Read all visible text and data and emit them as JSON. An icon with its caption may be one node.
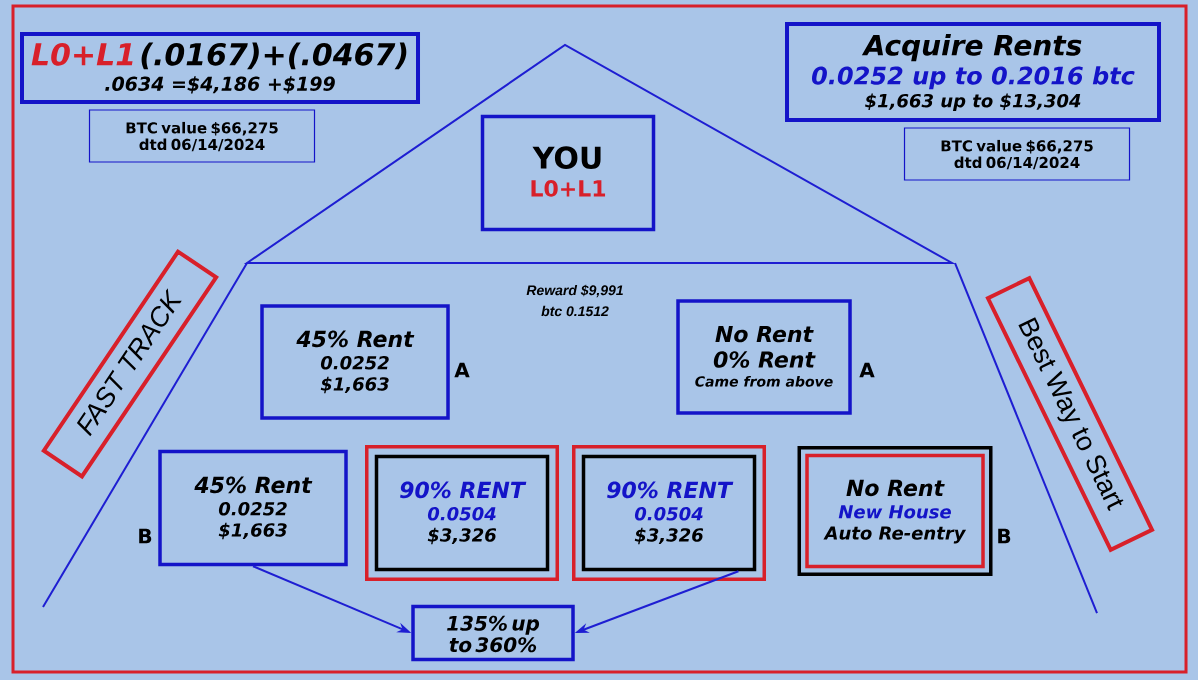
{
  "diagram": {
    "nodes": [
      {
        "text": [
          "L0+L1",
          "(.0167)+(.0467)",
          ".0634 =$4,186 +$199"
        ]
      },
      {
        "text": [
          "BTC value $66,275 dtd 06/14/2024"
        ]
      },
      {
        "text": [
          "Acquire Rents",
          "0.0252 up to 0.2016 btc",
          "$1,663 up to $13,304"
        ]
      },
      {
        "text": [
          "BTC value $66,275 dtd 06/14/2024"
        ]
      },
      {
        "text": [
          "YOU",
          "L0+L1"
        ]
      },
      {
        "text": [
          "FAST TRACK"
        ]
      },
      {
        "text": [
          "Best Way to Start"
        ]
      },
      {
        "text": [
          "45% Rent",
          "0.0252",
          "$1,663"
        ],
        "beside": [
          "A"
        ]
      },
      {
        "text": [
          "No Rent",
          "0% Rent",
          "Came from above"
        ],
        "beside": [
          "A"
        ]
      },
      {
        "text": [
          "45% Rent",
          "0.0252",
          "$1,663"
        ],
        "beside": [
          "B"
        ]
      },
      {
        "text": [
          "90% RENT",
          "0.0504",
          "$3,326"
        ]
      },
      {
        "text": [
          "90% RENT",
          "0.0504",
          "$3,326"
        ]
      },
      {
        "text": [
          "No Rent",
          "New House",
          "Auto Re-entry"
        ],
        "beside": [
          "B"
        ]
      },
      {
        "text": [
          "135% up to 360%"
        ]
      }
    ],
    "edges": [
      {
        "from": 9,
        "to": 13,
        "arrow": "to"
      },
      {
        "from": 11,
        "to": 13,
        "arrow": "to"
      }
    ],
    "labels": [
      "Reward $9,991",
      "btc 0.1512"
    ]
  }
}
